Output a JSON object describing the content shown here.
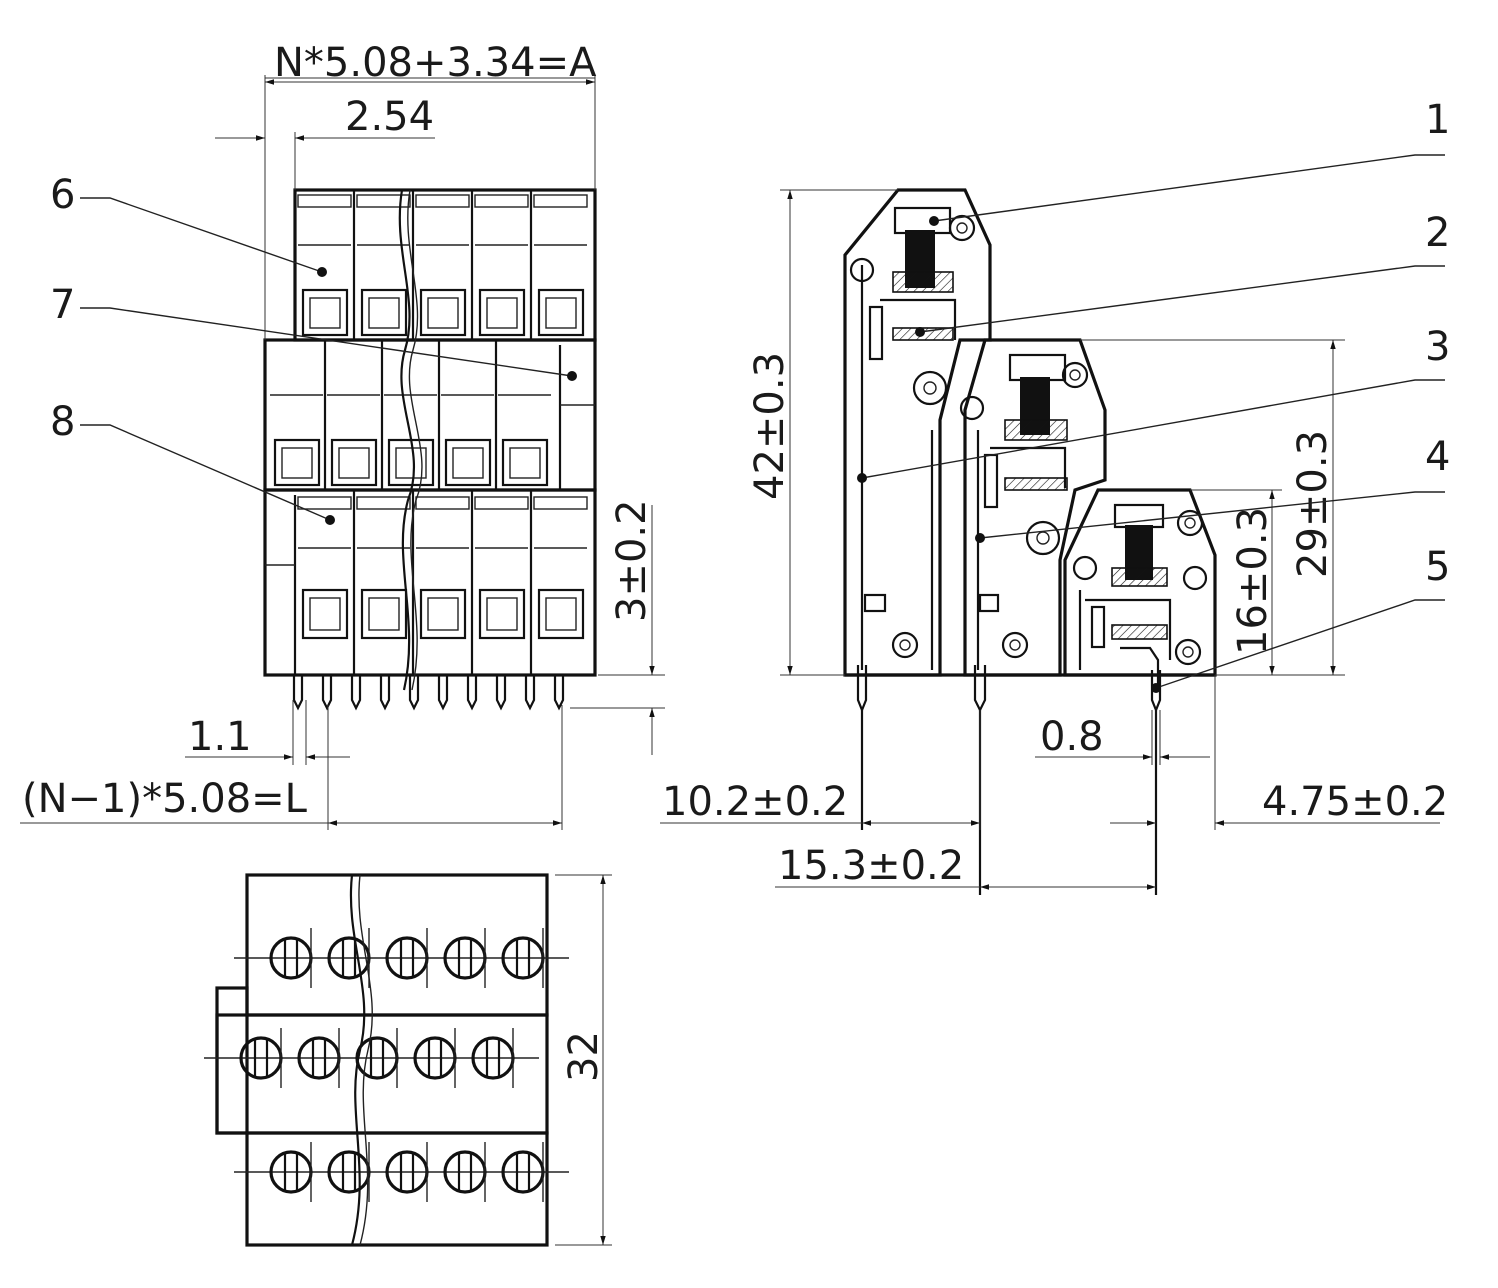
{
  "dimensions": {
    "overall_width": "N*5.08+3.34=A",
    "half_pitch": "2.54",
    "pin_width": "1.1",
    "pin_span": "(N−1)*5.08=L",
    "pin_protrusion": "3±0.2",
    "total_height": "42±0.3",
    "middle_height": "29±0.3",
    "bottom_height": "16±0.3",
    "row1_to_row2": "10.2±0.2",
    "row2_to_row3": "15.3±0.2",
    "pin_thickness": "0.8",
    "pin_offset": "4.75±0.2",
    "depth": "32"
  },
  "callouts": [
    "1",
    "2",
    "3",
    "4",
    "5",
    "6",
    "7",
    "8"
  ]
}
